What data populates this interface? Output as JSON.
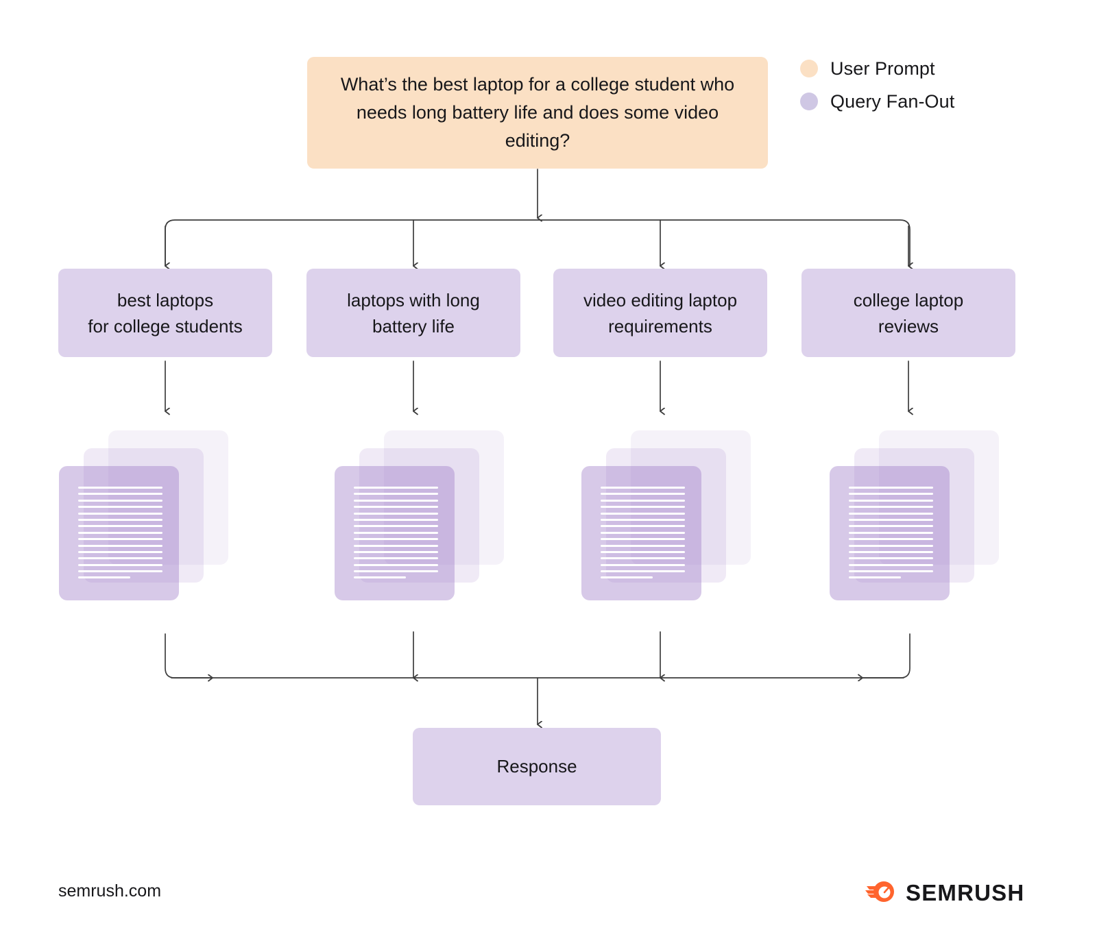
{
  "colors": {
    "background": "#ffffff",
    "user_prompt_fill": "#fbe0c4",
    "query_fanout_fill": "#ddd2ec",
    "connector_stroke": "#3d3d3d",
    "text": "#17171a",
    "logo_orange": "#ff642d"
  },
  "legend": {
    "items": [
      {
        "label": "User Prompt",
        "color": "#fbe0c4"
      },
      {
        "label": "Query Fan-Out",
        "color": "#cfc7e4"
      }
    ]
  },
  "prompt": {
    "text": "What’s the best laptop for a college student who needs long battery life and does some video editing?"
  },
  "queries": [
    {
      "text": "best laptops\nfor college students"
    },
    {
      "text": "laptops with long\nbattery life"
    },
    {
      "text": "video editing laptop\nrequirements"
    },
    {
      "text": "college laptop\nreviews"
    }
  ],
  "documents": {
    "stack_count": 4,
    "sheets_per_stack": 3,
    "text_lines_per_sheet": 15,
    "icon_name": "document-stack-icon"
  },
  "response": {
    "label": "Response"
  },
  "footer": {
    "domain": "semrush.com",
    "logo_wordmark": "SEMRUSH"
  }
}
